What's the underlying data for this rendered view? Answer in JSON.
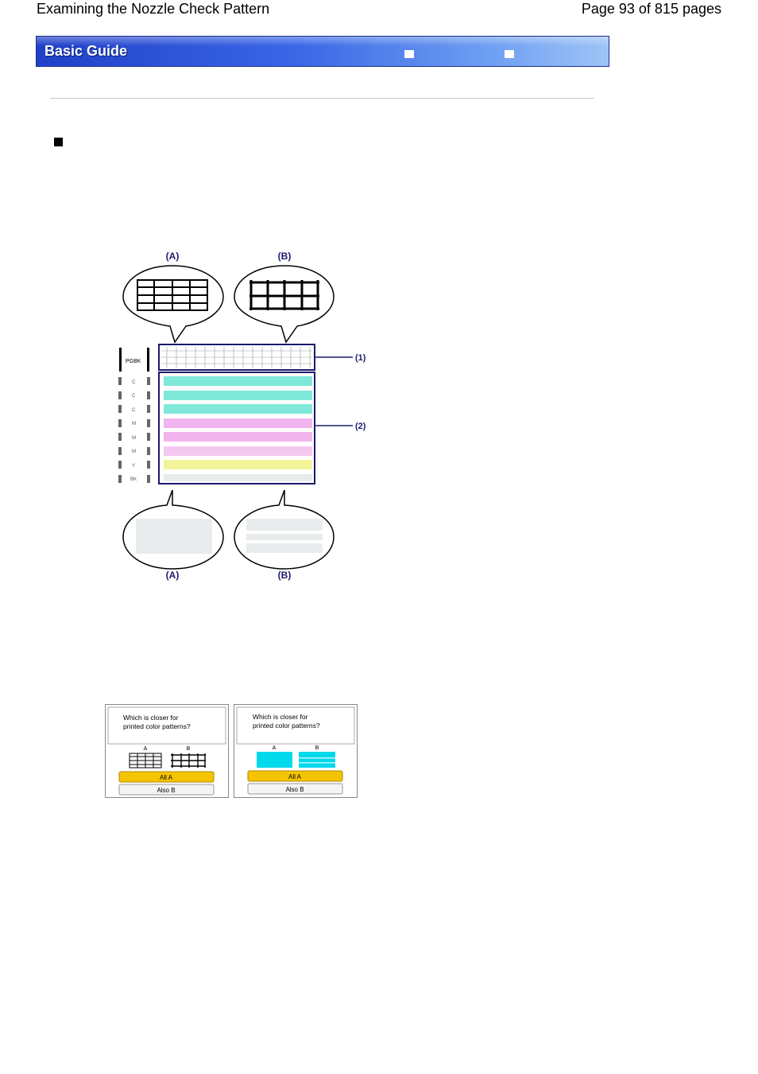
{
  "header": {
    "title": "Examining the Nozzle Check Pattern",
    "page_info": "Page 93 of 815 pages"
  },
  "banner": {
    "title": "Basic Guide"
  },
  "diagram": {
    "top_labels": [
      "(A)",
      "(B)"
    ],
    "bottom_labels": [
      "(A)",
      "(B)"
    ],
    "callouts": [
      "(1)",
      "(2)"
    ],
    "left_labels": [
      "PGBK",
      "C",
      "C",
      "C",
      "M",
      "M",
      "M",
      "Y",
      "BK"
    ]
  },
  "lcd_screens": [
    {
      "question_line1": "Which is closer for",
      "question_line2": "printed color patterns?",
      "label_a": "A",
      "label_b": "B",
      "button_all_a": "All A",
      "button_also_b": "Also B"
    },
    {
      "question_line1": "Which is closer for",
      "question_line2": "printed color patterns?",
      "label_a": "A",
      "label_b": "B",
      "button_all_a": "All A",
      "button_also_b": "Also B"
    }
  ],
  "colors": {
    "banner": "#2f56dc",
    "cyan": "#7fe8d8",
    "magenta": "#f2b4ee",
    "yellow": "#f3f49a",
    "navy": "#1a1a6e",
    "lcd_button": "#f5c400",
    "lcd_cyan": "#00d8ec"
  }
}
